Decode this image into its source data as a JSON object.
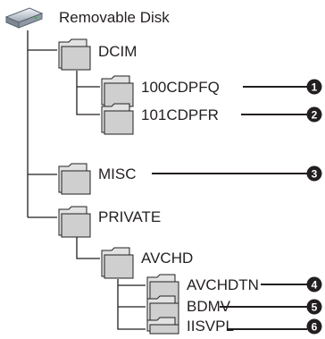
{
  "tree": {
    "root": {
      "label": "Removable Disk",
      "icon": "removable-disk-icon"
    },
    "folders": {
      "dcim": {
        "label": "DCIM",
        "icon": "folder-icon"
      },
      "folder_100": {
        "label": "100CDPFQ",
        "icon": "folder-icon",
        "callout": "1"
      },
      "folder_101": {
        "label": "101CDPFR",
        "icon": "folder-icon",
        "callout": "2"
      },
      "misc": {
        "label": "MISC",
        "icon": "folder-icon",
        "callout": "3"
      },
      "private": {
        "label": "PRIVATE",
        "icon": "folder-icon"
      },
      "avchd": {
        "label": "AVCHD",
        "icon": "folder-icon"
      },
      "avchdtn": {
        "label": "AVCHDTN",
        "icon": "folder-icon",
        "callout": "4"
      },
      "bdmv": {
        "label": "BDMV",
        "icon": "folder-icon",
        "callout": "5"
      },
      "iisvpl": {
        "label": "IISVPL",
        "icon": "folder-icon",
        "callout": "6"
      }
    }
  },
  "colors": {
    "line": "#231f20",
    "folder_fill": "#cfcfcf",
    "folder_tab": "#e2e2e2",
    "folder_stroke": "#231f20",
    "badge": "#231f20"
  }
}
